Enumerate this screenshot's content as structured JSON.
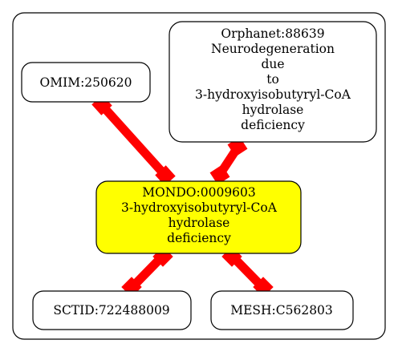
{
  "nodes": {
    "omim": {
      "label": "OMIM:250620"
    },
    "orphanet": {
      "lines": [
        "Orphanet:88639",
        "Neurodegeneration",
        "due",
        "to",
        "3-hydroxyisobutyryl-CoA",
        "hydrolase",
        "deficiency"
      ]
    },
    "mondo": {
      "lines": [
        "MONDO:0009603",
        "3-hydroxyisobutyryl-CoA",
        "hydrolase",
        "deficiency"
      ],
      "fill_color": "#ffff00"
    },
    "sctid": {
      "label": "SCTID:722488009"
    },
    "mesh": {
      "label": "MESH:C562803"
    }
  },
  "edges": [
    {
      "from": "OMIM:250620",
      "to": "MONDO:0009603"
    },
    {
      "from": "Orphanet:88639",
      "to": "MONDO:0009603"
    },
    {
      "from": "MONDO:0009603",
      "to": "SCTID:722488009"
    },
    {
      "from": "MONDO:0009603",
      "to": "MESH:C562803"
    }
  ],
  "colors": {
    "edge": "#ff0000",
    "node_border": "#000000",
    "cluster_border": "#000000",
    "highlight_fill": "#ffff00"
  }
}
